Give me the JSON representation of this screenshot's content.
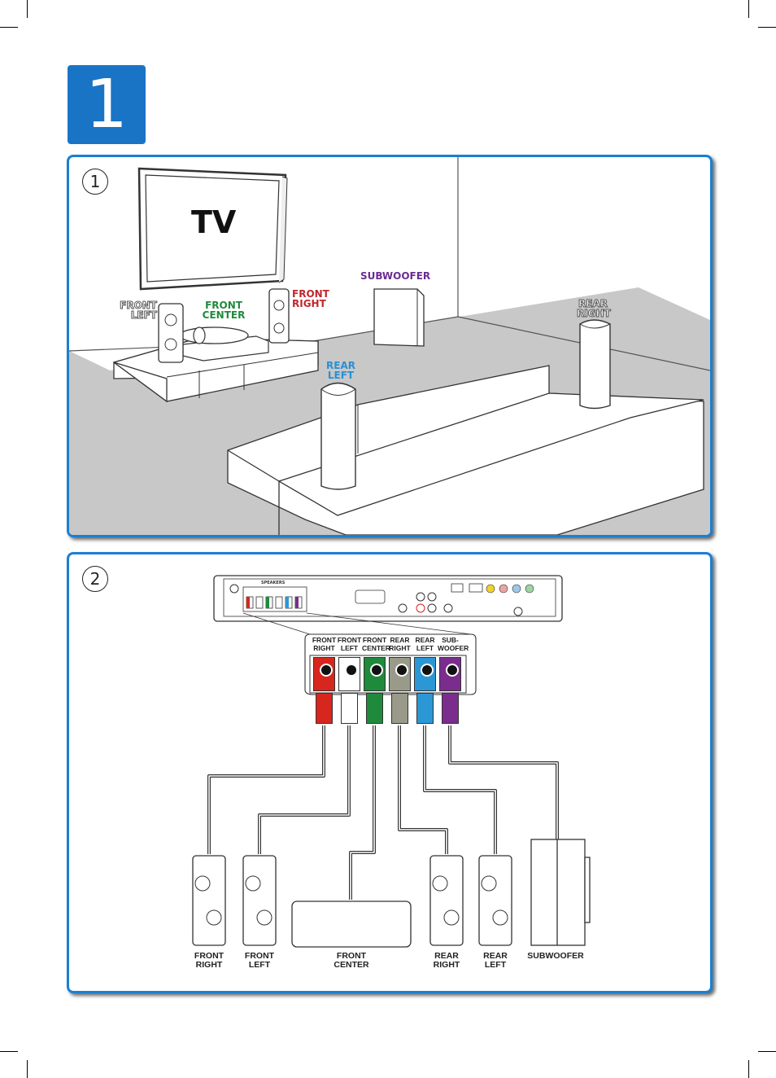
{
  "step_number": "1",
  "panel1": {
    "number": "1",
    "tv_label": "TV",
    "labels": {
      "front_left": [
        "FRONT",
        "LEFT"
      ],
      "front_center": [
        "FRONT",
        "CENTER"
      ],
      "front_right": [
        "FRONT",
        "RIGHT"
      ],
      "subwoofer": [
        "SUBWOOFER"
      ],
      "rear_right": [
        "REAR",
        "RIGHT"
      ],
      "rear_left": [
        "REAR",
        "LEFT"
      ]
    },
    "colors": {
      "front_center": "#1f8a3c",
      "front_right": "#c0272d",
      "subwoofer": "#6a2c91",
      "rear": "#2b8fd0",
      "front_left": "#888888"
    }
  },
  "panel2": {
    "number": "2",
    "rear_panel_title": "SPEAKERS",
    "terminal_labels": [
      "FRONT RIGHT",
      "FRONT LEFT",
      "FRONT CENTER",
      "REAR RIGHT",
      "REAR LEFT",
      "SUB-WOOFER"
    ],
    "connectors": [
      {
        "top": "FRONT",
        "bottom": "RIGHT",
        "color": "#d7261e"
      },
      {
        "top": "FRONT",
        "bottom": "LEFT",
        "color": "#ffffff"
      },
      {
        "top": "FRONT",
        "bottom": "CENTER",
        "color": "#1f8a3c"
      },
      {
        "top": "REAR",
        "bottom": "RIGHT",
        "color": "#9a9a8a"
      },
      {
        "top": "REAR",
        "bottom": "LEFT",
        "color": "#2b98d5"
      },
      {
        "top": "SUB-",
        "bottom": "WOOFER",
        "color": "#7b2d8e"
      }
    ],
    "speakers": [
      {
        "line1": "FRONT",
        "line2": "RIGHT"
      },
      {
        "line1": "FRONT",
        "line2": "LEFT"
      },
      {
        "line1": "FRONT",
        "line2": "CENTER"
      },
      {
        "line1": "REAR",
        "line2": "RIGHT"
      },
      {
        "line1": "REAR",
        "line2": "LEFT"
      },
      {
        "line1": "SUBWOOFER",
        "line2": ""
      }
    ]
  }
}
